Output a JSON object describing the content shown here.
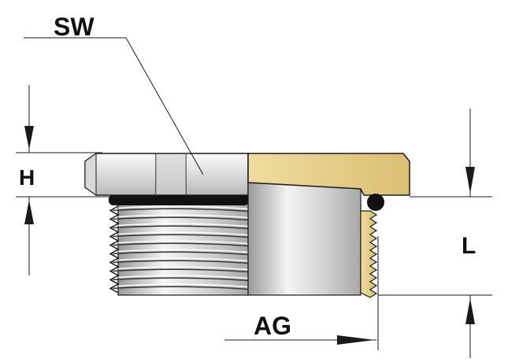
{
  "labels": {
    "sw": "SW",
    "h": "H",
    "l": "L",
    "ag": "AG"
  },
  "colors": {
    "line": "#1a1a1a",
    "brass": "#e6cf8a",
    "brass_dark": "#c4a85a",
    "steel_light": "#f2f2f2",
    "steel_mid": "#c8c8c8",
    "steel_dark": "#8a8a8a",
    "seal": "#111111"
  }
}
